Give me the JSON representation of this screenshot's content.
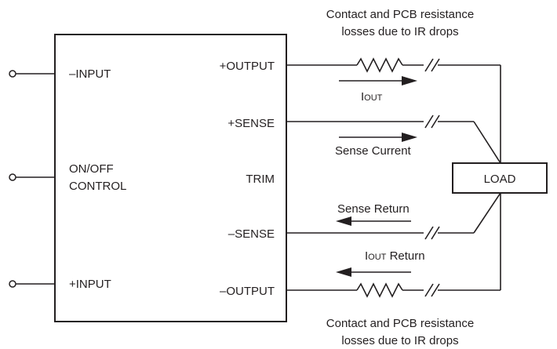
{
  "notes": {
    "top_line1": "Contact and PCB resistance",
    "top_line2": "losses due to IR drops",
    "bottom_line1": "Contact and PCB resistance",
    "bottom_line2": "losses due to IR drops"
  },
  "pins_left": {
    "minus_input": "–INPUT",
    "on_off_line1": "ON/OFF",
    "on_off_line2": "CONTROL",
    "plus_input": "+INPUT"
  },
  "pins_right": {
    "plus_output": "+OUTPUT",
    "plus_sense": "+SENSE",
    "trim": "TRIM",
    "minus_sense": "–SENSE",
    "minus_output": "–OUTPUT"
  },
  "currents": {
    "iout_main": "I",
    "iout_sub": "OUT",
    "sense_current": "Sense Current",
    "sense_return": "Sense Return",
    "iout_return_main": "I",
    "iout_return_sub": "OUT",
    "iout_return_suffix": " Return"
  },
  "load": "LOAD"
}
